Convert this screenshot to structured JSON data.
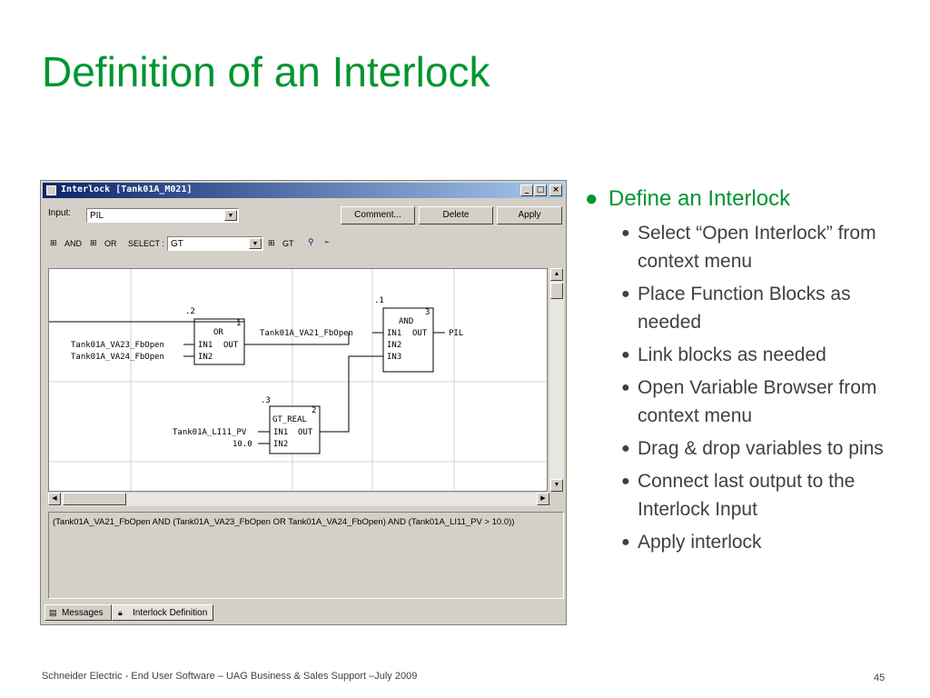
{
  "slide": {
    "title": "Definition of an Interlock",
    "footer": "Schneider Electric - End User Software – UAG Business & Sales Support –July 2009",
    "page_number": "45",
    "accent_color": "#009530"
  },
  "window": {
    "title": "Interlock [Tank01A_M021]",
    "controls": {
      "minimize": "_",
      "maximize": "□",
      "close": "×"
    },
    "input_label": "Input:",
    "input_value": "PIL",
    "buttons": {
      "comment": "Comment...",
      "delete": "Delete",
      "apply": "Apply"
    },
    "toolbar": {
      "and": "AND",
      "or": "OR",
      "select_label": "SELECT :",
      "select_value": "GT",
      "gt": "GT"
    },
    "diagram": {
      "or_block": {
        "index": ".2",
        "number": "1",
        "name": "OR",
        "in1": "IN1",
        "in2": "IN2",
        "out": "OUT"
      },
      "and_block": {
        "index": ".1",
        "number": "3",
        "name": "AND",
        "in1": "IN1",
        "in2": "IN2",
        "in3": "IN3",
        "out": "OUT"
      },
      "gt_block": {
        "index": ".3",
        "number": "2",
        "name": "GT_REAL",
        "in1": "IN1",
        "in2": "IN2",
        "out": "OUT"
      },
      "vars": {
        "va23": "Tank01A_VA23_FbOpen",
        "va24": "Tank01A_VA24_FbOpen",
        "va21": "Tank01A_VA21_FbOpen",
        "pil": "PIL",
        "li11": "Tank01A_LI11_PV",
        "const": "10.0"
      }
    },
    "expression": "(Tank01A_VA21_FbOpen AND (Tank01A_VA23_FbOpen OR Tank01A_VA24_FbOpen) AND (Tank01A_LI11_PV > 10.0))",
    "tabs": {
      "messages": "Messages",
      "definition": "Interlock Definition"
    }
  },
  "bullets": {
    "main": "Define an Interlock",
    "sub": [
      "Select “Open Interlock” from context menu",
      "Place Function Blocks as needed",
      "Link blocks as needed",
      "Open Variable Browser from context menu",
      "Drag & drop variables to pins",
      "Connect last output to the Interlock Input",
      "Apply interlock"
    ]
  }
}
